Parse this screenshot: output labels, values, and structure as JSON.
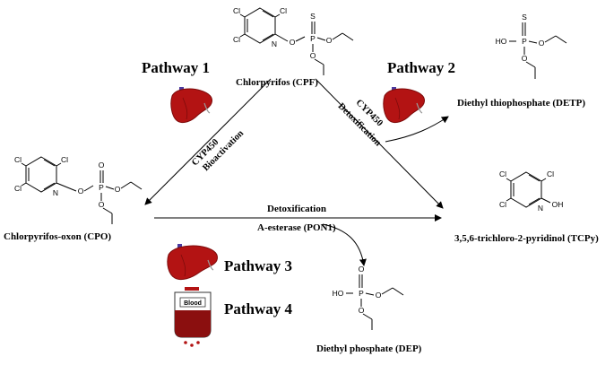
{
  "compounds": {
    "cpf": "Chlorpyrifos (CPF)",
    "cpo": "Chlorpyrifos-oxon (CPO)",
    "detp": "Diethyl thiophosphate (DETP)",
    "tcpy": "3,5,6-trichloro-2-pyridinol (TCPy)",
    "dep": "Diethyl phosphate (DEP)"
  },
  "pathways": {
    "p1": "Pathway 1",
    "p2": "Pathway 2",
    "p3": "Pathway 3",
    "p4": "Pathway 4"
  },
  "arrows": {
    "p1_enzyme": "CYP450",
    "p1_process": "Bioactivation",
    "p2_enzyme": "CYP450",
    "p2_process": "Detoxification",
    "p3_process": "Detoxification",
    "p3_enzyme": "A-esterase (PON1)"
  },
  "atoms": {
    "cl": "Cl",
    "n": "N",
    "o": "O",
    "p": "P",
    "s": "S",
    "ho": "HO",
    "oh": "OH"
  },
  "blood_bag_label": "Blood",
  "colors": {
    "liver": "#b31313",
    "liver_dark": "#7d0b0b",
    "blood": "#8b0f0f",
    "line": "#000000"
  }
}
